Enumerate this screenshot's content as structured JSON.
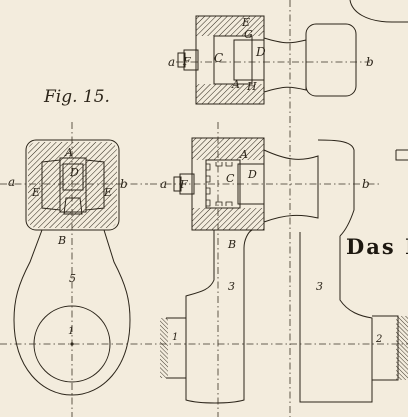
{
  "figure": {
    "label": "Fig. 15."
  },
  "title_fragment": "Das I",
  "parts": {
    "top_view": [
      "E",
      "G",
      "a",
      "F",
      "C",
      "D",
      "A",
      "H",
      "b"
    ],
    "front_view": [
      "A",
      "D",
      "a",
      "E",
      "b",
      "E",
      "B",
      "5",
      "1"
    ],
    "side_view": [
      "A",
      "a",
      "F",
      "C",
      "D",
      "b",
      "B",
      "3",
      "3",
      "1",
      "2"
    ]
  },
  "colors": {
    "paper": "#f3ecdd",
    "ink": "#2b2419"
  }
}
